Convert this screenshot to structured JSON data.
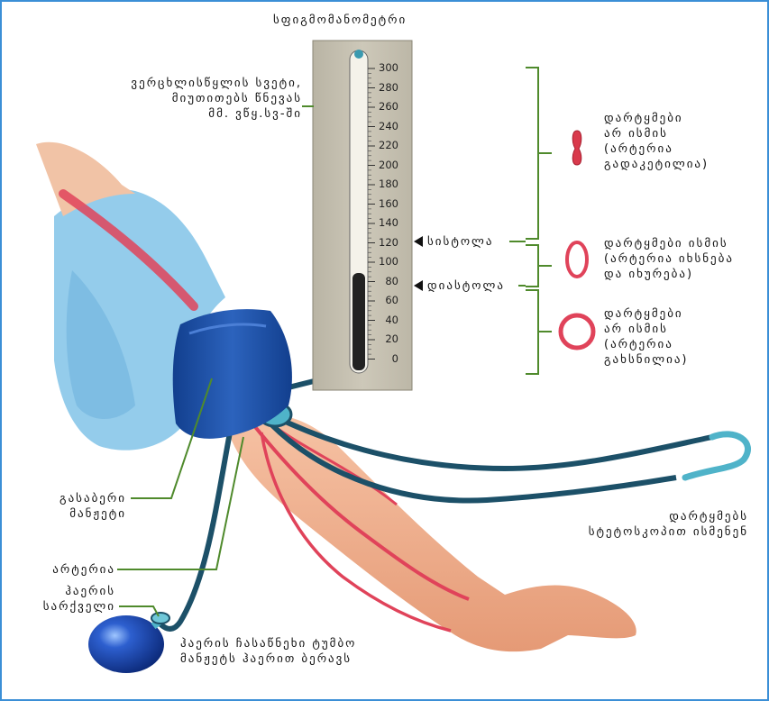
{
  "title": "სფიგმომანომეტრი",
  "scale_ticks": [
    "300",
    "280",
    "260",
    "240",
    "220",
    "200",
    "180",
    "160",
    "140",
    "120",
    "100",
    "80",
    "60",
    "40",
    "20",
    "0"
  ],
  "mercury_column_note": "ვერცხლისწყლის სვეტი,\nმიუთითებს წნევას\nმმ. ვწყ.სვ-ში",
  "markers": {
    "systole": "სისტოლა",
    "diastole": "დიასტოლა"
  },
  "states": [
    {
      "text": "დარტყმები\nარ ისმის\n(არტერია\nგადაკეტილია)"
    },
    {
      "text": "დარტყმები ისმის\n(არტერია იხსნება\nდა იხურება)"
    },
    {
      "text": "დარტყმები\nარ ისმის\n(არტერია\nგახსნილია)"
    }
  ],
  "labels": {
    "cuff": "გასაბერი\nმანჟეტი",
    "artery": "არტერია",
    "air_valve": "ჰაერის\nსარქველი",
    "bulb": "ჰაერის ჩასაწნეხი ტუმბო\nმანჟეტს ჰაერით ბერავს",
    "stethoscope": "დარტყმებს\nსტეტოსკოპით ისმენენ"
  },
  "colors": {
    "frame": "#3b8fd6",
    "panel": "#c8c3b3",
    "bracket": "#4f8a2c",
    "artery": "#e0435a",
    "cuff": "#1f4fa3",
    "tube": "#1c5068",
    "shirt": "#8ec9ea",
    "skin": "#efad8a"
  }
}
